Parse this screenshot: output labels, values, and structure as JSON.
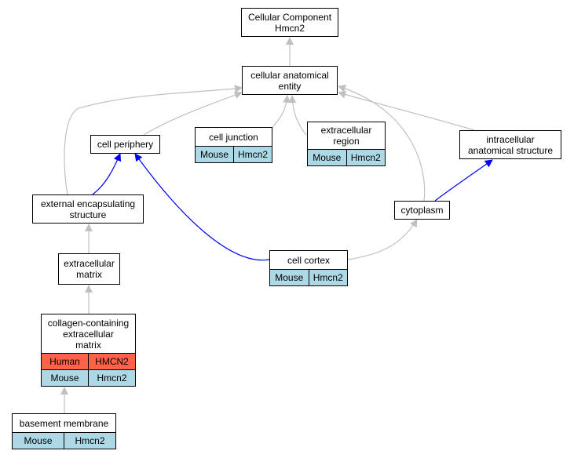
{
  "diagram": {
    "nodes": {
      "cc_root": {
        "label": "Cellular Component\nHmcn2"
      },
      "cae": {
        "label": "cellular anatomical\nentity"
      },
      "cell_periphery": {
        "label": "cell periphery"
      },
      "cell_junction": {
        "label": "cell junction",
        "rows": [
          {
            "species": "Mouse",
            "gene": "Hmcn2"
          }
        ]
      },
      "extracellular_region": {
        "label": "extracellular\nregion",
        "rows": [
          {
            "species": "Mouse",
            "gene": "Hmcn2"
          }
        ]
      },
      "intracellular": {
        "label": "intracellular\nanatomical structure"
      },
      "external_encapsulating": {
        "label": "external encapsulating\nstructure"
      },
      "cytoplasm": {
        "label": "cytoplasm"
      },
      "ecm": {
        "label": "extracellular\nmatrix"
      },
      "cell_cortex": {
        "label": "cell cortex",
        "rows": [
          {
            "species": "Mouse",
            "gene": "Hmcn2"
          }
        ]
      },
      "collagen_ecm": {
        "label": "collagen-containing\nextracellular\nmatrix",
        "rows": [
          {
            "species": "Human",
            "gene": "HMCN2"
          },
          {
            "species": "Mouse",
            "gene": "Hmcn2"
          }
        ]
      },
      "basement_membrane": {
        "label": "basement membrane",
        "rows": [
          {
            "species": "Mouse",
            "gene": "Hmcn2"
          }
        ]
      }
    },
    "colors": {
      "is_a_edge": "#c0c0c0",
      "part_of_edge": "#0000ff",
      "mouse_row": "#add8e6",
      "human_row": "#ff6347"
    }
  }
}
